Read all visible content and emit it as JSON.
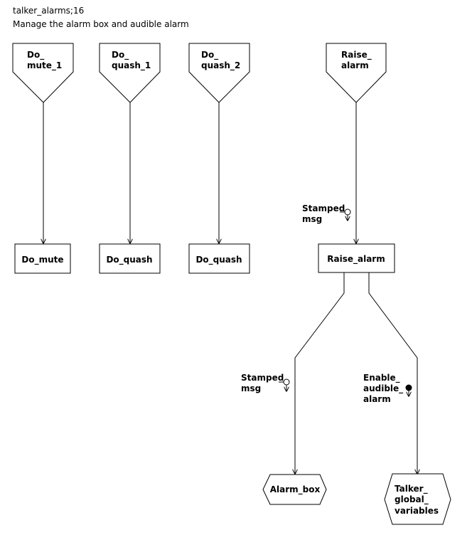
{
  "header": {
    "title": "talker_alarms;16",
    "subtitle": "Manage the alarm box and audible alarm"
  },
  "diagram": {
    "off_page_connectors": [
      {
        "id": "do_mute_1",
        "lines": [
          "Do_",
          "mute_1"
        ]
      },
      {
        "id": "do_quash_1",
        "lines": [
          "Do_",
          "quash_1"
        ]
      },
      {
        "id": "do_quash_2",
        "lines": [
          "Do_",
          "quash_2"
        ]
      },
      {
        "id": "raise_alarm_in",
        "lines": [
          "Raise_",
          "alarm"
        ]
      }
    ],
    "modules": [
      {
        "id": "do_mute",
        "label": "Do_mute"
      },
      {
        "id": "do_quash_a",
        "label": "Do_quash"
      },
      {
        "id": "do_quash_b",
        "label": "Do_quash"
      },
      {
        "id": "raise_alarm",
        "label": "Raise_alarm"
      }
    ],
    "data_couples": [
      {
        "id": "stamped_msg_1",
        "lines": [
          "Stamped_",
          "msg"
        ],
        "kind": "data"
      },
      {
        "id": "stamped_msg_2",
        "lines": [
          "Stamped_",
          "msg"
        ],
        "kind": "data"
      },
      {
        "id": "enable_audible_alarm",
        "lines": [
          "Enable_",
          "audible_",
          "alarm"
        ],
        "kind": "control"
      }
    ],
    "data_stores": [
      {
        "id": "alarm_box",
        "lines": [
          "Alarm_box"
        ]
      },
      {
        "id": "talker_global_variables",
        "lines": [
          "Talker_",
          "global_",
          "variables"
        ]
      }
    ]
  }
}
